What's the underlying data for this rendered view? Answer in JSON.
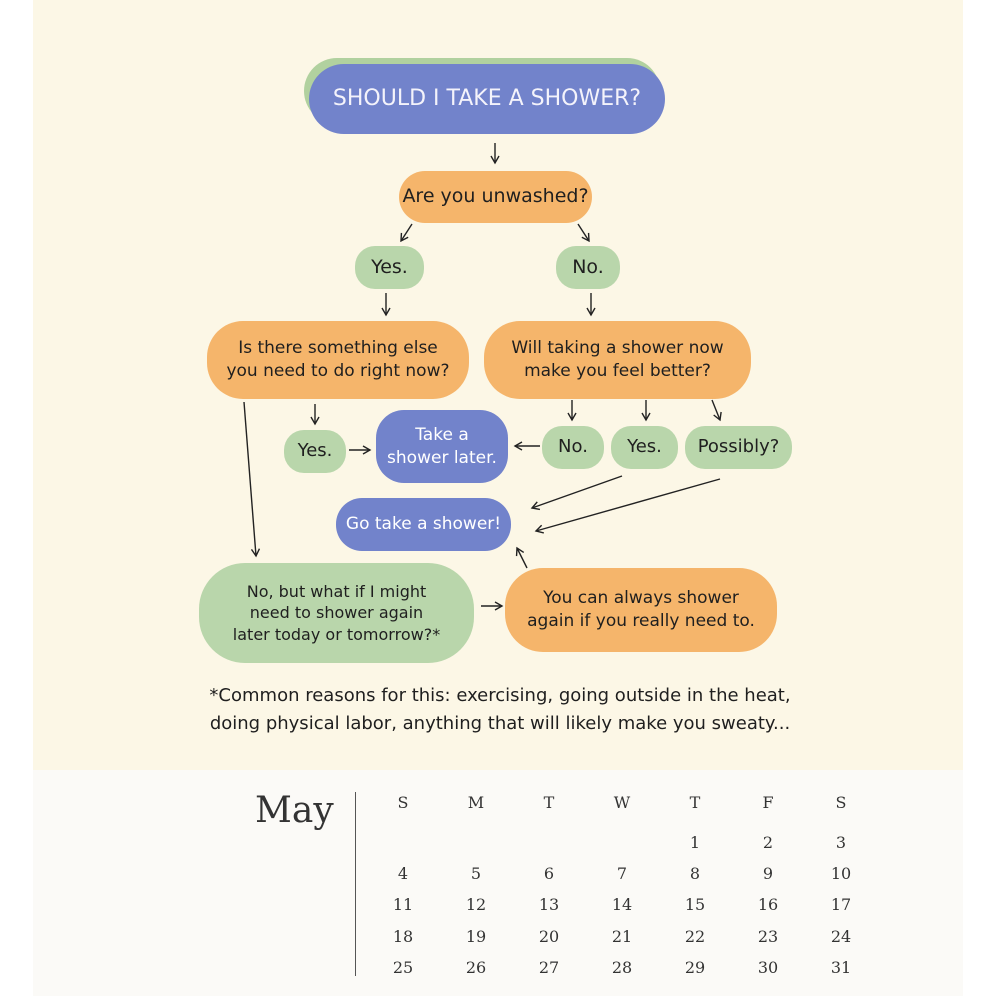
{
  "flowchart": {
    "title": "SHOULD I TAKE A SHOWER?",
    "q_unwashed": "Are you unwashed?",
    "a_yes_1": "Yes.",
    "a_no_1": "No.",
    "q_something_else": "Is there something else\nyou need to do right now?",
    "q_feel_better": "Will taking a shower now\nmake you feel better?",
    "a_yes_2": "Yes.",
    "r_shower_later": "Take a\nshower later.",
    "a_no_2": "No.",
    "a_yes_3": "Yes.",
    "a_possibly": "Possibly?",
    "r_go_shower": "Go take a shower!",
    "q_what_if": "No, but what if I might\nneed to shower again\nlater today or tomorrow?*",
    "r_always_shower": "You can always shower\nagain if you really need to.",
    "footnote": "*Common reasons for this: exercising, going outside in the heat,\ndoing physical labor, anything that will likely make you sweaty..."
  },
  "colors": {
    "background": "#fcf7e6",
    "question": "#f5b56b",
    "answer": "#b9d6ab",
    "result": "#7283cb"
  },
  "calendar": {
    "month": "May",
    "weekdays": [
      "S",
      "M",
      "T",
      "W",
      "T",
      "F",
      "S"
    ],
    "weeks": [
      [
        "",
        "",
        "",
        "",
        "1",
        "2",
        "3"
      ],
      [
        "4",
        "5",
        "6",
        "7",
        "8",
        "9",
        "10"
      ],
      [
        "11",
        "12",
        "13",
        "14",
        "15",
        "16",
        "17"
      ],
      [
        "18",
        "19",
        "20",
        "21",
        "22",
        "23",
        "24"
      ],
      [
        "25",
        "26",
        "27",
        "28",
        "29",
        "30",
        "31"
      ]
    ]
  }
}
